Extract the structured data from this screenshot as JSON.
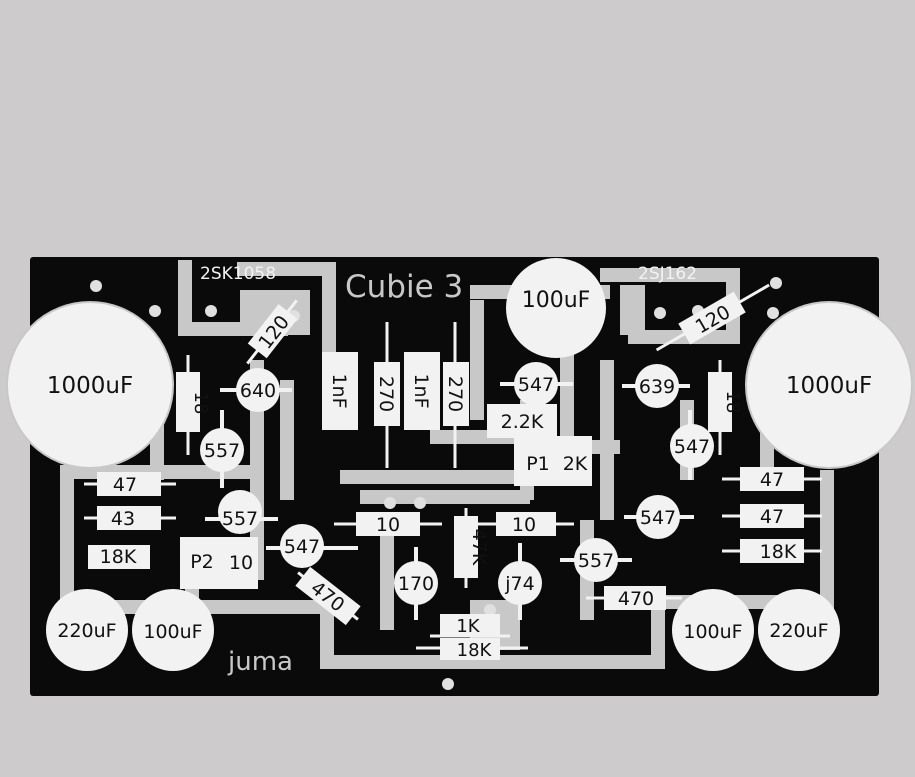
{
  "colors": {
    "background": "#cdcbcc",
    "board": "#0a0a0a",
    "copper": "#c8c8c8",
    "component": "#f2f2f2",
    "text": "#111111"
  },
  "board": {
    "title": "Cubie 3",
    "signature": "juma",
    "transistor_left": "2SK1058",
    "transistor_right": "2SJ162"
  },
  "components": {
    "cap_1000_left": "1000uF",
    "cap_1000_right": "1000uF",
    "cap_100_top": "100uF",
    "cap_220_left": "220uF",
    "cap_100_left": "100uF",
    "cap_100_right": "100uF",
    "cap_220_right": "220uF",
    "r_120_left": "120",
    "r_120_right": "120",
    "r_18_left": "18",
    "r_18_right": "18",
    "q_640": "640",
    "q_639": "639",
    "q_557_a": "557",
    "q_557_b": "557",
    "q_557_c": "557",
    "q_547_a": "547",
    "q_547_b": "547",
    "q_547_c": "547",
    "q_547_d": "547",
    "c_1nf_a": "1nF",
    "c_1nf_b": "1nF",
    "r_270_a": "270",
    "r_270_b": "270",
    "r_2k2": "2.2K",
    "p1_label": "P1",
    "p1_value": "2K",
    "p2_label": "P2",
    "p2_value": "10",
    "r_47_l": "47",
    "r_43": "43",
    "r_18k_l": "18K",
    "r_47_r1": "47",
    "r_47_r2": "47",
    "r_18k_r": "18K",
    "r_10_a": "10",
    "r_10_b": "10",
    "r_47k": "47K",
    "q_170": "170",
    "q_j74": "j74",
    "r_470_l": "470",
    "r_470_r": "470",
    "r_1k": "1K",
    "r_18k_b": "18K"
  }
}
